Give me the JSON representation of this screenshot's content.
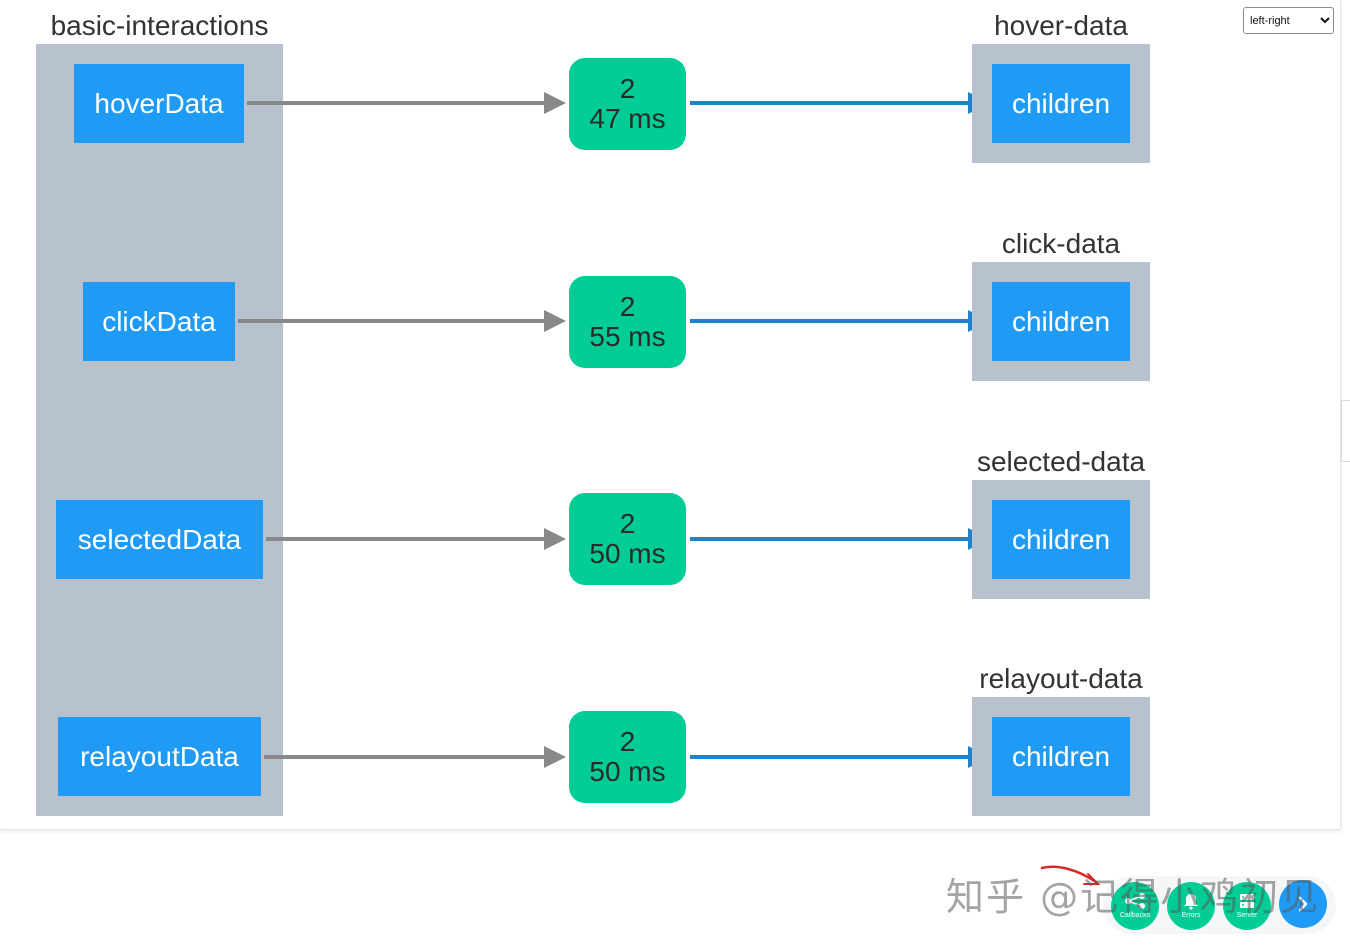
{
  "graph": {
    "input_component": {
      "title": "basic-interactions",
      "props": [
        "hoverData",
        "clickData",
        "selectedData",
        "relayoutData"
      ]
    },
    "callbacks": [
      {
        "count": "2",
        "time": "47 ms"
      },
      {
        "count": "2",
        "time": "55 ms"
      },
      {
        "count": "2",
        "time": "50 ms"
      },
      {
        "count": "2",
        "time": "50 ms"
      }
    ],
    "outputs": [
      {
        "title": "hover-data",
        "prop": "children"
      },
      {
        "title": "click-data",
        "prop": "children"
      },
      {
        "title": "selected-data",
        "prop": "children"
      },
      {
        "title": "relayout-data",
        "prop": "children"
      }
    ]
  },
  "layout_select": {
    "selected": "left-right"
  },
  "debug_menu": {
    "buttons": [
      {
        "label": "Callbacks",
        "icon": "callbacks-icon"
      },
      {
        "label": "Errors",
        "icon": "bell-icon"
      },
      {
        "label": "Server",
        "icon": "server-icon"
      }
    ],
    "toggle_icon": "chevron-right-icon"
  },
  "watermark": {
    "text": "知乎 @记得小鸡初见"
  },
  "colors": {
    "prop_node": "#1f9bf6",
    "callback_node": "#00cc96",
    "cluster": "#b8c2ce",
    "input_edge": "#888888",
    "output_edge": "#1f82c8"
  }
}
